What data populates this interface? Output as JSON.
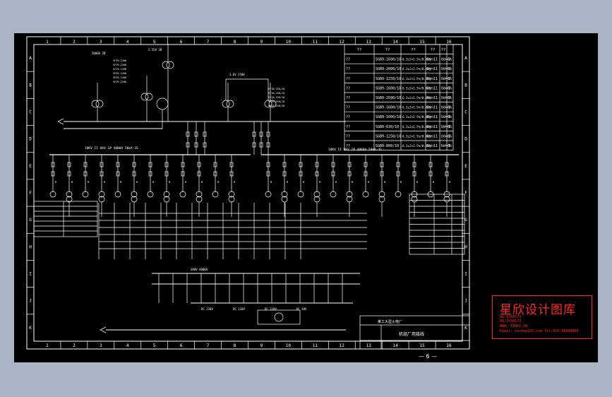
{
  "grid": {
    "columns": [
      "1",
      "2",
      "3",
      "4",
      "5",
      "6",
      "7",
      "8",
      "9",
      "10",
      "11",
      "12",
      "13",
      "14",
      "15",
      "16"
    ],
    "rows": [
      "A",
      "B",
      "C",
      "D",
      "E",
      "F",
      "G",
      "H",
      "I",
      "J",
      "K"
    ]
  },
  "header": {
    "bus_left_label": "10KV II 6KV 1# 4000A 50kA-3S",
    "bus_right_label": "10KV II 6KV 2# 4000A 50kA-3S",
    "dc_bus_label": "380V 4000A",
    "dc_labels": [
      "DC 220V",
      "DC 110V",
      "DC 110V",
      "DC 48V"
    ]
  },
  "table": {
    "headers": [
      "??",
      "??",
      "??",
      "??",
      "??"
    ],
    "rows": [
      {
        "id": "??",
        "model": "SGB9-1600/10",
        "volt": "6.3±2×2.5%/0.4kV",
        "group": "Dyn11",
        "imp": "Ud=6%",
        "qty": "2"
      },
      {
        "id": "??",
        "model": "SGB9-2000/10",
        "volt": "6.3±2×2.5%/0.4kV",
        "group": "Dyn11",
        "imp": "Ud=6%",
        "qty": "2"
      },
      {
        "id": "??",
        "model": "SGB9-1250/10",
        "volt": "6.3±2×2.5%/0.4kV",
        "group": "Dyn11",
        "imp": "Ud=6%",
        "qty": "2"
      },
      {
        "id": "??",
        "model": "SGB9-1600/10",
        "volt": "6.3±2×2.5%/0.4kV",
        "group": "Dyn11",
        "imp": "Ud=6%",
        "qty": "1"
      },
      {
        "id": "??",
        "model": "SGB9-2500/10",
        "volt": "6.3±2×2.5%/0.4kV",
        "group": "Dyn11",
        "imp": "Ud=6%",
        "qty": "2"
      },
      {
        "id": "??",
        "model": "SGB9-1600/10",
        "volt": "6.3±2×2.5%/0.4kV",
        "group": "Dyn11",
        "imp": "Ud=6%",
        "qty": "1"
      },
      {
        "id": "??",
        "model": "SGB9-1000/10",
        "volt": "6.3±2×2.5%/0.4kV",
        "group": "Dyn11",
        "imp": "Ud=6%",
        "qty": "1"
      },
      {
        "id": "??",
        "model": "SGB9-630/10",
        "volt": "6.3±2×2.5%/0.4kV",
        "group": "Dyn11",
        "imp": "Ud=6%",
        "qty": "1"
      },
      {
        "id": "??",
        "model": "SGB9-1250/10",
        "volt": "6.3±2×2.5%/0.4kV",
        "group": "Dyn11",
        "imp": "Ud=6%",
        "qty": "1"
      },
      {
        "id": "??",
        "model": "SGB9-800/10",
        "volt": "6.3±2×2.5%/0.4kV",
        "group": "Dyn11",
        "imp": "Ud=6%",
        "qty": "1"
      }
    ]
  },
  "title_block": {
    "company": "某工大型火电厂",
    "drawing_name": "机组厂用接线",
    "page": "— 6 —"
  },
  "watermark": {
    "title": "星欣设计图库",
    "line1": "QQ:1938573",
    "line2": "QQ:1938573",
    "line3": "WWW.  XINXI.CN",
    "line4": "Email: xxshe@163.com  Tel:010-88888888"
  },
  "colors": {
    "background": "#a9b5c5",
    "canvas": "#000000",
    "line": "#ffffff",
    "watermark": "#ff2a2a"
  }
}
